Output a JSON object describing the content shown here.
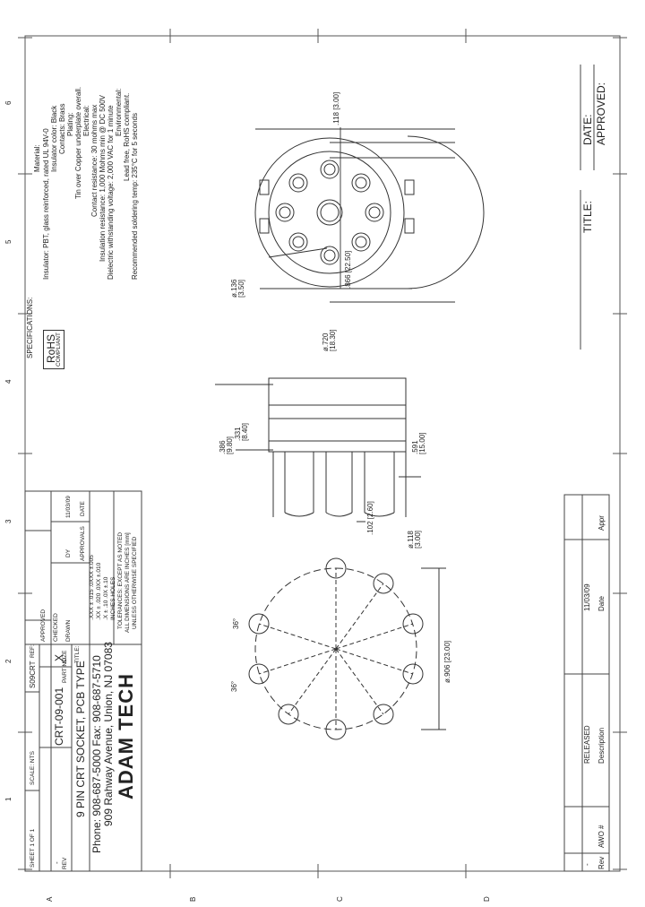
{
  "border": {
    "zones_letters": [
      "A",
      "B",
      "C",
      "D"
    ],
    "zones_numbers": [
      "6",
      "5",
      "4",
      "3",
      "2",
      "1"
    ]
  },
  "approval": {
    "approved": "APPROVED:",
    "date": "DATE:",
    "title": "TITLE:"
  },
  "specs": {
    "heading": "SPECIFICATIONS:",
    "lines": [
      "Material:",
      "Insulator: PBT, glass reinforced, rated UL 94V-0",
      "Insulator color: Black",
      "Contacts: Brass",
      "Plating:",
      "Tin over Copper underplate overall.",
      "Electrical:",
      "Contact resistance: 30 mohms max",
      "Insulation resistance: 1,000 Mohms min @ DC 500V",
      "Dielectric withstanding voltage: 2,000 VAC for 1 minute",
      "Environmental:",
      "Lead free, RoHS compliant.",
      "Recommended soldering temp: 235°C for 5 seconds"
    ]
  },
  "rohs": {
    "main": "RoHS",
    "sub": "COMPLIANT"
  },
  "dimensions": {
    "pin_spacing": ".118 [3.00]",
    "body_height": ".866 [22.50]",
    "center_hole": "ø.136\n[3.50]",
    "body_dia": "ø.720\n[18.30]",
    "tail_331": ".331\n[8.40]",
    "tail_386": ".386\n[9.80]",
    "width_591": ".591\n[15.00]",
    "pin_102": ".102 [2.60]",
    "hole_118": "ø.118\n[3.00]",
    "circle_906": "ø.906 [23.00]",
    "angle_a": "36°",
    "angle_b": "36°"
  },
  "revision": {
    "headers": [
      "Rev",
      "AWO #",
      "Description",
      "Date",
      "Appr"
    ],
    "row": [
      "-",
      "",
      "RELEASED",
      "11/03/09",
      ""
    ]
  },
  "tolerance": {
    "lines": [
      "UNLESS OTHERWISE SPECIFIED",
      "ALL DIMENSIONS ARE INCHES [mm]",
      "TOLERANCES: EXCEPT AS NOTED",
      "INCHES          HOLES",
      ".X    ± .10       .0X   ±.10",
      ".XX   ± .020     .0XX  ±.010",
      ".XXX  ± .015     .0XXX ±.005"
    ],
    "approvals_header": "APPROVALS",
    "date_header": "DATE",
    "rows": [
      {
        "label": "DRAWN",
        "name": "DY",
        "date": "11/03/09"
      },
      {
        "label": "CHECKED",
        "name": "",
        "date": ""
      },
      {
        "label": "APPROVED",
        "name": "",
        "date": ""
      }
    ]
  },
  "company": {
    "name": "ADAM TECH",
    "address": "909 Rahway Avenue, Union, NJ 07083",
    "phone": "Phone: 908-687-5000  Fax: 908-687-5710"
  },
  "title_block": {
    "title_label": "TITLE:",
    "title": "9 PIN CRT SOCKET, PCB TYPE",
    "size_label": "SIZE",
    "size": "X",
    "part_label": "PART NO.",
    "part": "CRT-09-001",
    "rev_label": "REV",
    "rev": "-",
    "ref_label": "REF:",
    "ref": "S09CRT",
    "scale": "SCALE:  NTS",
    "sheet": "SHEET  1  OF  1"
  }
}
